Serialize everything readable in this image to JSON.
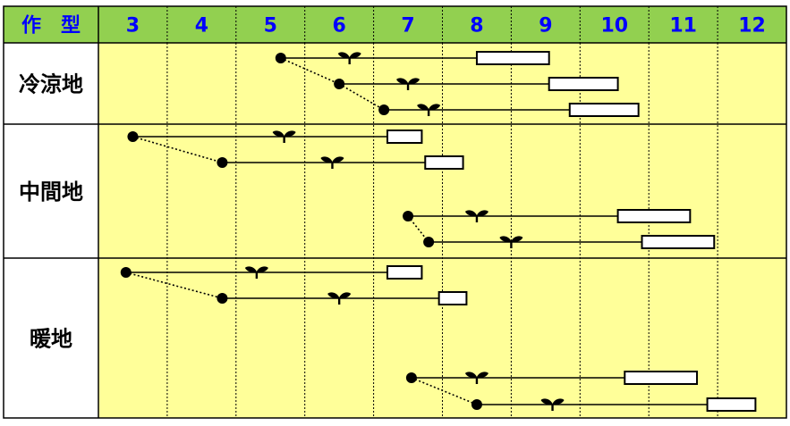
{
  "header": {
    "label": "作　型",
    "months": [
      "3",
      "4",
      "5",
      "6",
      "7",
      "8",
      "9",
      "10",
      "11",
      "12"
    ]
  },
  "regions": [
    {
      "label": "冷涼地",
      "rows": [
        {
          "sow": 5.15,
          "plant": 6.15,
          "harvest": [
            8.0,
            9.05
          ]
        },
        {
          "sow": 6.0,
          "plant": 7.0,
          "harvest": [
            9.05,
            10.05
          ]
        },
        {
          "sow": 6.65,
          "plant": 7.3,
          "harvest": [
            9.35,
            10.35
          ]
        }
      ],
      "links": [
        [
          0,
          1
        ],
        [
          1,
          2
        ]
      ]
    },
    {
      "label": "中間地",
      "rows": [
        {
          "sow": 3.0,
          "plant": 5.2,
          "harvest": [
            6.7,
            7.2
          ]
        },
        {
          "sow": 4.3,
          "plant": 5.9,
          "harvest": [
            7.25,
            7.8
          ]
        },
        {
          "sow": 7.0,
          "plant": 8.0,
          "harvest": [
            10.05,
            11.1
          ]
        },
        {
          "sow": 7.3,
          "plant": 8.5,
          "harvest": [
            10.4,
            11.45
          ]
        }
      ],
      "links": [
        [
          0,
          1
        ],
        [
          2,
          3
        ]
      ]
    },
    {
      "label": "暖地",
      "rows": [
        {
          "sow": 2.9,
          "plant": 4.8,
          "harvest": [
            6.7,
            7.2
          ]
        },
        {
          "sow": 4.3,
          "plant": 6.0,
          "harvest": [
            7.45,
            7.85
          ]
        },
        {
          "sow": 7.05,
          "plant": 8.0,
          "harvest": [
            10.15,
            11.2
          ]
        },
        {
          "sow": 8.0,
          "plant": 9.1,
          "harvest": [
            11.35,
            12.05
          ]
        }
      ],
      "links": [
        [
          0,
          1
        ],
        [
          2,
          3
        ]
      ]
    }
  ],
  "colors": {
    "header_bg": "#92D050",
    "header_text": "#0000FF",
    "chart_bg": "#FFFF99",
    "label_bg": "#FFFFFF",
    "grid_line": "#000000",
    "mark": "#000000",
    "harvest_fill": "#FFFFFF"
  },
  "icons": {
    "sow": "filled-circle-seed-icon",
    "plant": "seedling-icon",
    "harvest": "harvest-bar-icon"
  }
}
